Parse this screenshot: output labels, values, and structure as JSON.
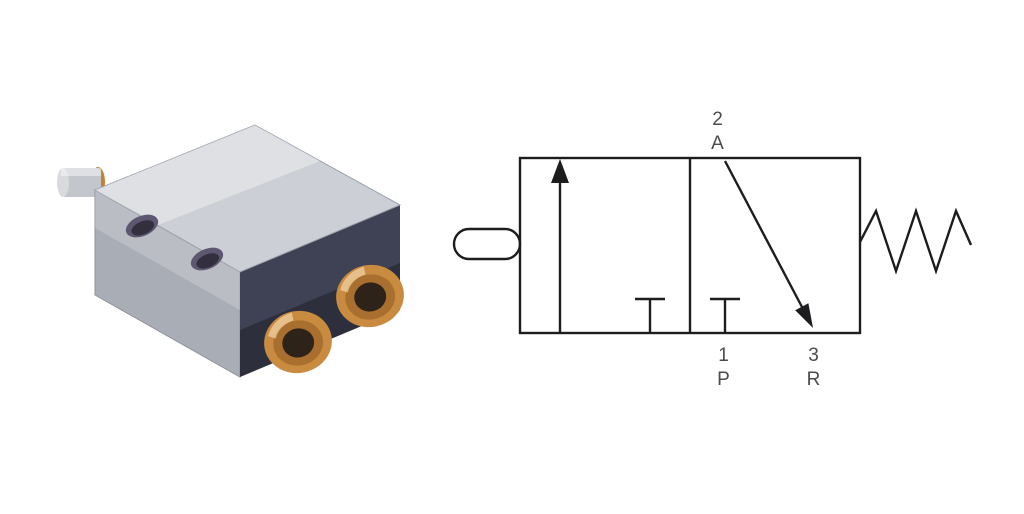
{
  "schematic": {
    "ports": {
      "outlet_number": "2",
      "outlet_letter": "A",
      "pressure_number": "1",
      "pressure_letter": "P",
      "exhaust_number": "3",
      "exhaust_letter": "R"
    },
    "stroke": "#1d1d1f",
    "label_color": "#4b4b4d"
  },
  "photo": {
    "colors": {
      "top_face": "#ccd0d6",
      "left_face": "#a9adb6",
      "right_face": "#3f4254",
      "hole_outer": "#5d5770",
      "hole_inner": "#332f3f",
      "brass": "#c98b40",
      "brass_mid": "#a96f2f",
      "brass_hole": "#2e2318",
      "plunger": "#c3c6cc",
      "plunger_cap": "#d8dade",
      "plunger_ring": "#c77f35"
    }
  }
}
